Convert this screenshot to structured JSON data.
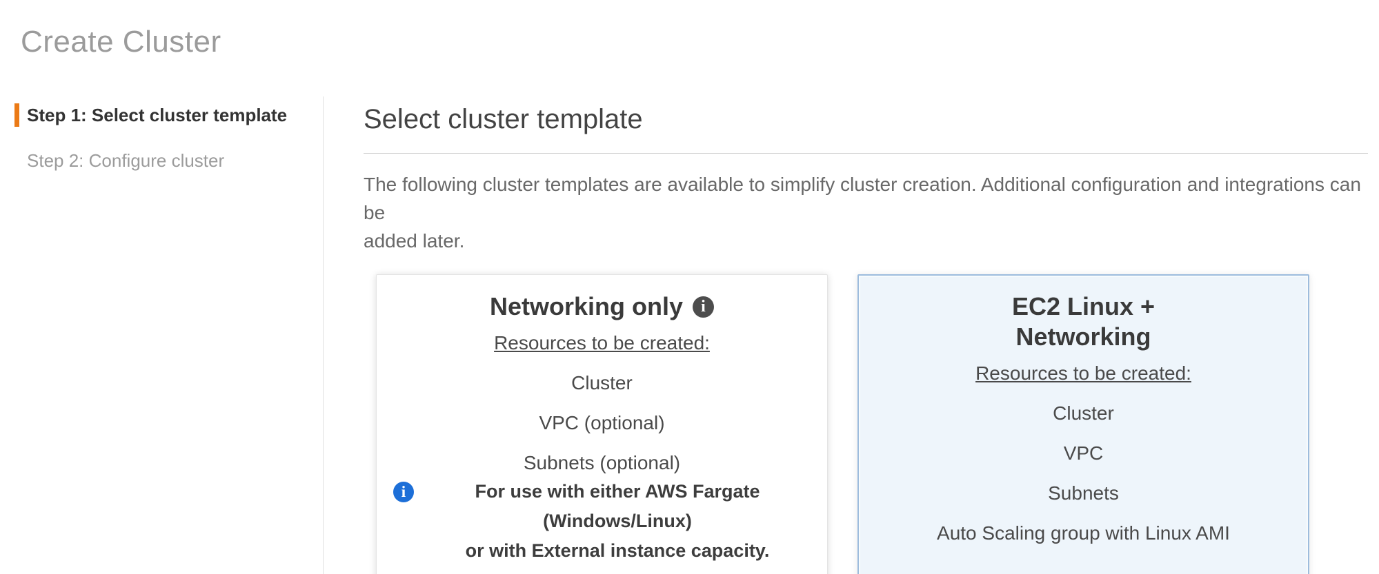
{
  "page_title": "Create Cluster",
  "sidebar": {
    "steps": [
      {
        "label": "Step 1: Select cluster template",
        "state": "active"
      },
      {
        "label": "Step 2: Configure cluster",
        "state": "inactive"
      }
    ]
  },
  "main": {
    "heading": "Select cluster template",
    "description": "The following cluster templates are available to simplify cluster creation. Additional configuration and integrations can be\nadded later."
  },
  "templates": [
    {
      "title": "Networking only",
      "resources_heading": "Resources to be created:",
      "resources": [
        "Cluster",
        "VPC (optional)",
        "Subnets (optional)"
      ],
      "note": "For use with either AWS Fargate (Windows/Linux)\nor with External instance capacity.",
      "selected": false
    },
    {
      "title": "EC2 Linux +\nNetworking",
      "resources_heading": "Resources to be created:",
      "resources": [
        "Cluster",
        "VPC",
        "Subnets",
        "Auto Scaling group with Linux AMI"
      ],
      "selected": true
    }
  ],
  "icons": {
    "info_glyph": "i"
  },
  "colors": {
    "accent_orange": "#eb7a16",
    "selected_card_bg": "#eef5fb",
    "selected_card_border": "#9dbcdd",
    "info_icon_blue": "#1d6fd8",
    "info_icon_dark": "#4d4d4d",
    "title_gray": "#9b9b9b"
  }
}
